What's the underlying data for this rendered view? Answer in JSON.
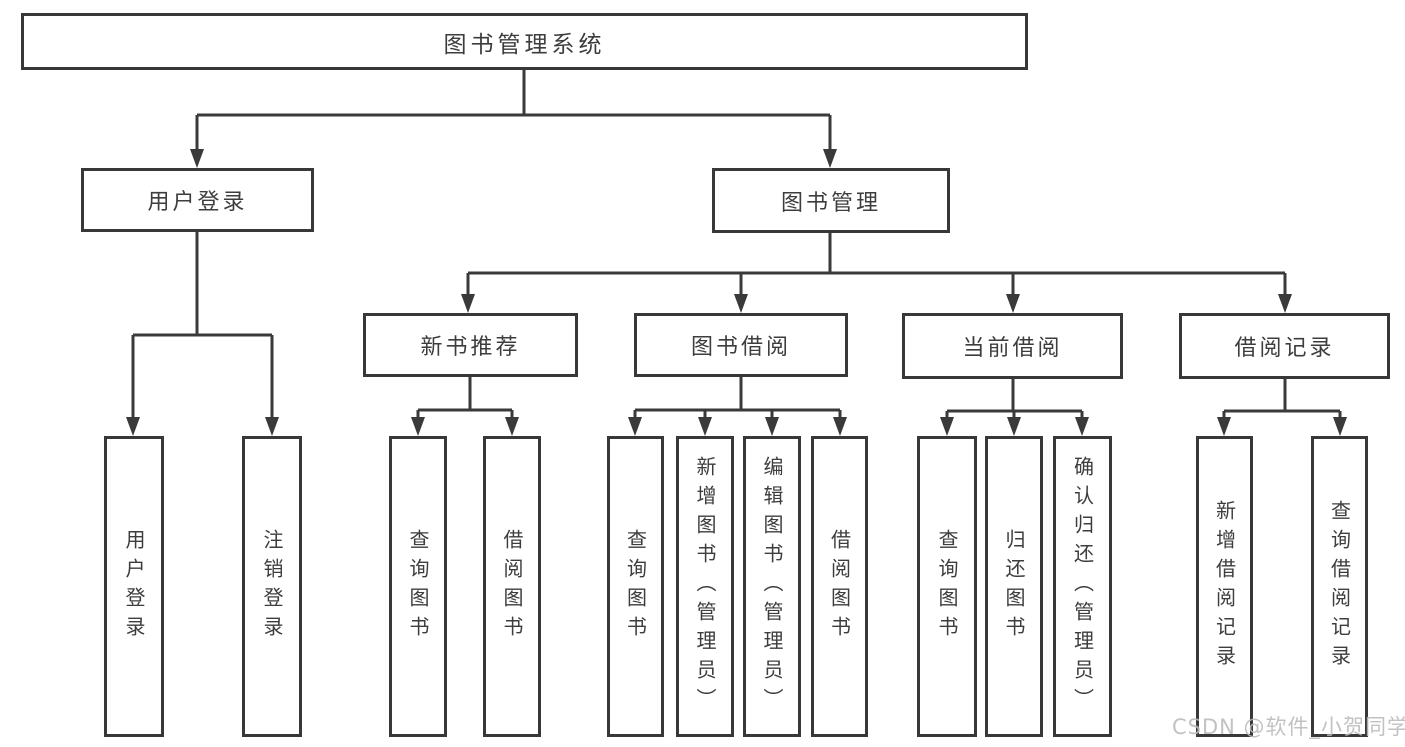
{
  "diagram_title": "图书管理系统",
  "watermark": "CSDN @软件_小贺同学",
  "colors": {
    "line": "#3a3a3a",
    "box_border": "#383838",
    "text": "#3d3d3d",
    "background": "#ffffff",
    "watermark": "#c9c9c9"
  },
  "tree": {
    "label": "图书管理系统",
    "children": [
      {
        "label": "用户登录",
        "children": [
          {
            "label": "用户登录"
          },
          {
            "label": "注销登录"
          }
        ]
      },
      {
        "label": "图书管理",
        "children": [
          {
            "label": "新书推荐",
            "children": [
              {
                "label": "查询图书"
              },
              {
                "label": "借阅图书"
              }
            ]
          },
          {
            "label": "图书借阅",
            "children": [
              {
                "label": "查询图书"
              },
              {
                "label": "新增图书（管理员）"
              },
              {
                "label": "编辑图书（管理员）"
              },
              {
                "label": "借阅图书"
              }
            ]
          },
          {
            "label": "当前借阅",
            "children": [
              {
                "label": "查询图书"
              },
              {
                "label": "归还图书"
              },
              {
                "label": "确认归还（管理员）"
              }
            ]
          },
          {
            "label": "借阅记录",
            "children": [
              {
                "label": "新增借阅记录"
              },
              {
                "label": "查询借阅记录"
              }
            ]
          }
        ]
      }
    ]
  }
}
